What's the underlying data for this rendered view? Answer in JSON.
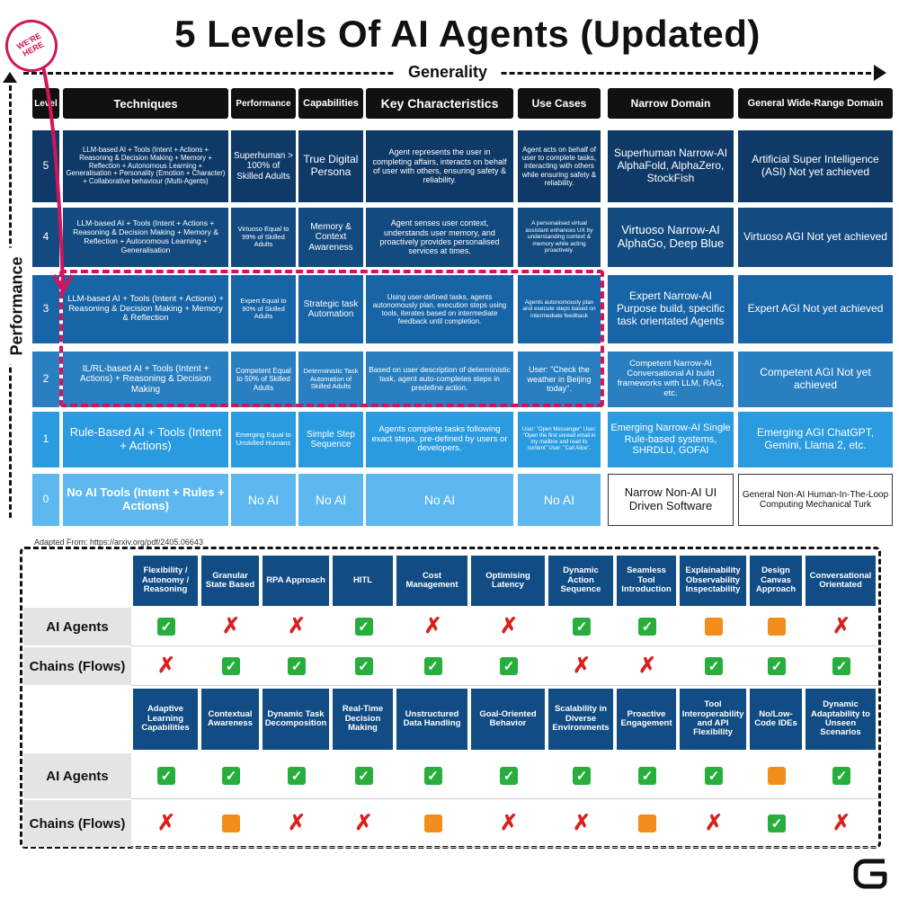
{
  "title": "5 Levels Of AI Agents (Updated)",
  "stamp": "WE'RE HERE",
  "axes": {
    "x": "Generality",
    "y": "Performance"
  },
  "levels_table": {
    "headers": [
      "Level",
      "Techniques",
      "Performance",
      "Capabilities",
      "Key Characteristics",
      "Use Cases",
      "Narrow Domain",
      "General Wide-Range Domain"
    ],
    "rows": [
      {
        "level": "5",
        "techniques": "LLM-based AI + Tools (Intent + Actions + Reasoning & Decision Making + Memory + Reflection + Autonomous Learning + Generalisation + Personality (Emotion + Character) + Collaborative behaviour (Multi-Agents)",
        "performance": "Superhuman > 100% of Skilled Adults",
        "capabilities": "True Digital Persona",
        "key": "Agent represents the user in completing affairs, interacts on behalf of user with others, ensuring safety & reliability.",
        "use": "Agent acts on behalf of user to complete tasks, interacting with others while ensuring safety & reliability.",
        "narrow": "Superhuman Narrow-AI AlphaFold, AlphaZero, StockFish",
        "general": "Artificial Super Intelligence (ASI) Not yet achieved"
      },
      {
        "level": "4",
        "techniques": "LLM-based AI + Tools (Intent + Actions + Reasoning & Decision Making + Memory & Reflection + Autonomous Learning + Generalisation",
        "performance": "Virtuoso Equal to 99% of Skilled Adults",
        "capabilities": "Memory & Context Awareness",
        "key": "Agent senses user context, understands user memory, and proactively provides personalised services at times.",
        "use": "A personalised virtual assistant enhances UX by understanding context & memory while acting proactively.",
        "narrow": "Virtuoso Narrow-AI AlphaGo, Deep Blue",
        "general": "Virtuoso AGI Not yet achieved"
      },
      {
        "level": "3",
        "techniques": "LLM-based AI + Tools (Intent + Actions) + Reasoning & Decision Making + Memory & Reflection",
        "performance": "Expert Equal to 90% of Skilled Adults",
        "capabilities": "Strategic task Automation",
        "key": "Using user-defined tasks, agents autonomously plan, execution steps using tools, iterates based on intermediate feedback until completion.",
        "use": "Agents autonomously plan and execute steps based on intermediate feedback",
        "narrow": "Expert Narrow-AI Purpose build, specific task orientated Agents",
        "general": "Expert AGI Not yet achieved"
      },
      {
        "level": "2",
        "techniques": "IL/RL-based AI + Tools (Intent + Actions) + Reasoning & Decision Making",
        "performance": "Competent Equal to 50% of Skilled Adults",
        "capabilities": "Deterministic Task Automation of Skilled Adults",
        "key": "Based on user description of deterministic task, agent auto-completes steps in predefine action.",
        "use": "User: \"Check the weather in Beijing today\".",
        "narrow": "Competent Narrow-AI Conversational AI build frameworks with LLM, RAG, etc.",
        "general": "Competent AGI Not yet achieved"
      },
      {
        "level": "1",
        "techniques": "Rule-Based AI + Tools (Intent + Actions)",
        "performance": "Emerging Equal to Unskilled Humans",
        "capabilities": "Simple Step Sequence",
        "key": "Agents complete tasks following exact steps, pre-defined by users or developers.",
        "use": "User: \"Open Messenger\" User: \"Open the first unread email in my mailbox and read its content\" User: \"Call Alice\".",
        "narrow": "Emerging Narrow-AI Single Rule-based systems, SHRDLU, GOFAI",
        "general": "Emerging AGI ChatGPT, Gemini, Llama 2, etc."
      },
      {
        "level": "0",
        "techniques": "No AI Tools (Intent + Rules + Actions)",
        "performance": "No AI",
        "capabilities": "No AI",
        "key": "No AI",
        "use": "No AI",
        "narrow": "Narrow Non-AI UI Driven Software",
        "general": "General Non-AI Human-In-The-Loop Computing Mechanical Turk"
      }
    ]
  },
  "source": "Adapted From: https://arxiv.org/pdf/2405.06643",
  "comparison": {
    "row_labels": [
      "AI Agents",
      "Chains (Flows)"
    ],
    "legend_symbols": {
      "yes": "✓",
      "no": "✗"
    },
    "colors": {
      "yes": "#27ae3c",
      "no": "#d8201e",
      "partial": "#f28c1a",
      "header": "#124c84"
    },
    "block1": {
      "headers": [
        "Flexibility / Autonomy / Reasoning",
        "Granular State Based",
        "RPA Approach",
        "HITL",
        "Cost Management",
        "Optimising Latency",
        "Dynamic Action Sequence",
        "Seamless Tool Introduction",
        "Explainability Observability Inspectability",
        "Design Canvas Approach",
        "Conversational Orientated"
      ],
      "agents": [
        "yes",
        "no",
        "no",
        "yes",
        "no",
        "no",
        "yes",
        "yes",
        "partial",
        "partial",
        "no"
      ],
      "chains": [
        "no",
        "yes",
        "yes",
        "yes",
        "yes",
        "yes",
        "no",
        "no",
        "yes",
        "yes",
        "yes"
      ]
    },
    "block2": {
      "headers": [
        "Adaptive Learning Capabilities",
        "Contextual Awareness",
        "Dynamic Task Decomposition",
        "Real-Time Decision Making",
        "Unstructured Data Handling",
        "Goal-Oriented Behavior",
        "Scalability in Diverse Environments",
        "Proactive Engagement",
        "Tool Interoperability and API Flexibility",
        "No/Low-Code IDEs",
        "Dynamic Adaptability to Unseen Scenarios"
      ],
      "agents": [
        "yes",
        "yes",
        "yes",
        "yes",
        "yes",
        "yes",
        "yes",
        "yes",
        "yes",
        "partial",
        "yes"
      ],
      "chains": [
        "no",
        "partial",
        "no",
        "no",
        "partial",
        "no",
        "no",
        "partial",
        "no",
        "yes",
        "no"
      ]
    }
  }
}
